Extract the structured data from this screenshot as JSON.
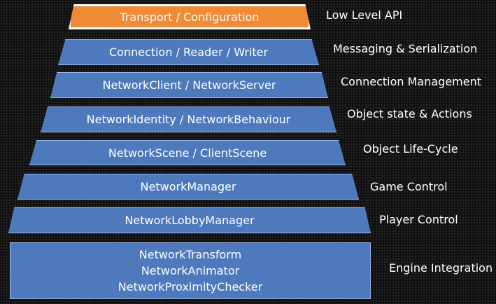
{
  "layers": [
    {
      "name": "Transport / Configuration",
      "label": "Low Level API"
    },
    {
      "name": "Connection / Reader / Writer",
      "label": "Messaging & Serialization"
    },
    {
      "name": "NetworkClient / NetworkServer",
      "label": "Connection Management"
    },
    {
      "name": "NetworkIdentity / NetworkBehaviour",
      "label": "Object state & Actions"
    },
    {
      "name": "NetworkScene / ClientScene",
      "label": "Object Life-Cycle"
    },
    {
      "name": "NetworkManager",
      "label": "Game Control"
    },
    {
      "name": "NetworkLobbyManager",
      "label": "Player Control"
    },
    {
      "lines": [
        "NetworkTransform",
        "NetworkAnimator",
        "NetworkProximityChecker"
      ],
      "label": "Engine Integration"
    }
  ],
  "colors": {
    "top": "#ef8a37",
    "layer": "#4f79bd",
    "background": "#111111",
    "text": "#ffffff"
  }
}
